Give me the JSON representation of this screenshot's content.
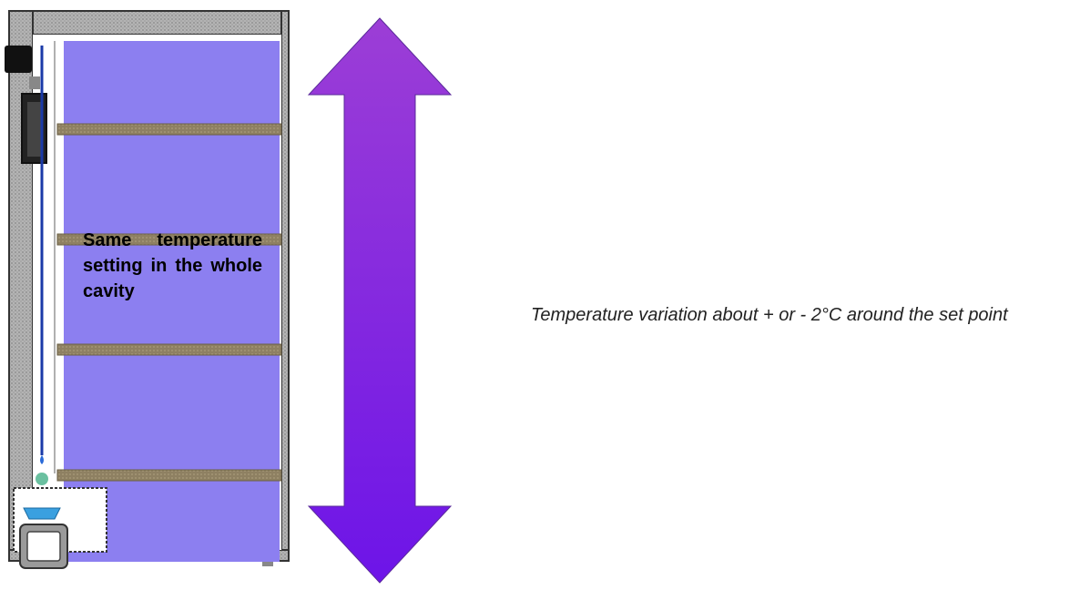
{
  "diagram": {
    "cavity_label": "Same temperature setting in the whole cavity",
    "variation_note": "Temperature variation about + or - 2°C around the set point",
    "colors": {
      "cabinet_wall": "#a6a6a6",
      "cavity_fill": "#8c7ff0",
      "shelf": "#8e8062",
      "arrow_top": "#9c3ed6",
      "arrow_bottom": "#6d14e8",
      "water_pipe": "#1a3aa8"
    },
    "shelf_count": 4,
    "icons": [
      "incubator-cabinet-icon",
      "double-arrow-icon",
      "water-pan-icon",
      "control-panel-icon"
    ]
  }
}
